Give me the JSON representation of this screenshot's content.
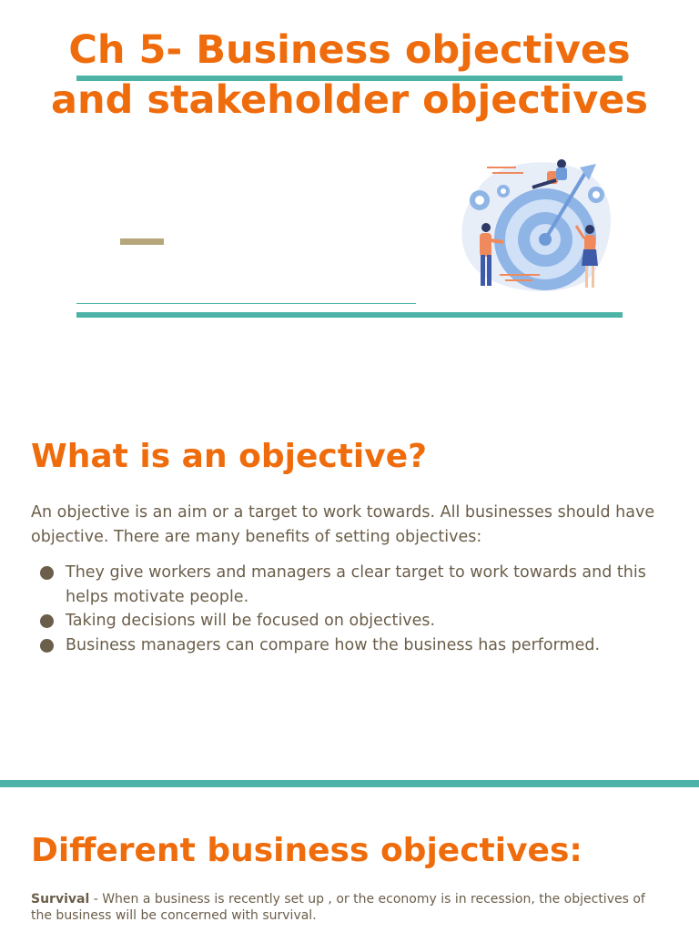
{
  "slide1": {
    "title_line1": "Ch 5- Business objectives",
    "title_line2": "and stakeholder objectives",
    "illustration_icon": "target-arrow-team-icon"
  },
  "slide2": {
    "heading": "What is an objective?",
    "intro": "An objective is an aim or a target to work towards. All businesses should have objective. There are many benefits of setting objectives:",
    "bullets": [
      "They give workers and managers a clear target to work towards and this helps motivate people.",
      "Taking decisions will be focused on objectives.",
      "Business managers can compare how the business has performed."
    ]
  },
  "slide3": {
    "heading": "Different business objectives:",
    "item1_term": "Survival",
    "item1_text": " - When a business is recently set up , or the economy is in recession, the objectives of the business will be concerned with survival."
  },
  "colors": {
    "accent_orange": "#ef6c0c",
    "accent_teal": "#4db3a7",
    "body_text": "#6b5e4a",
    "khaki": "#b5a67c"
  }
}
